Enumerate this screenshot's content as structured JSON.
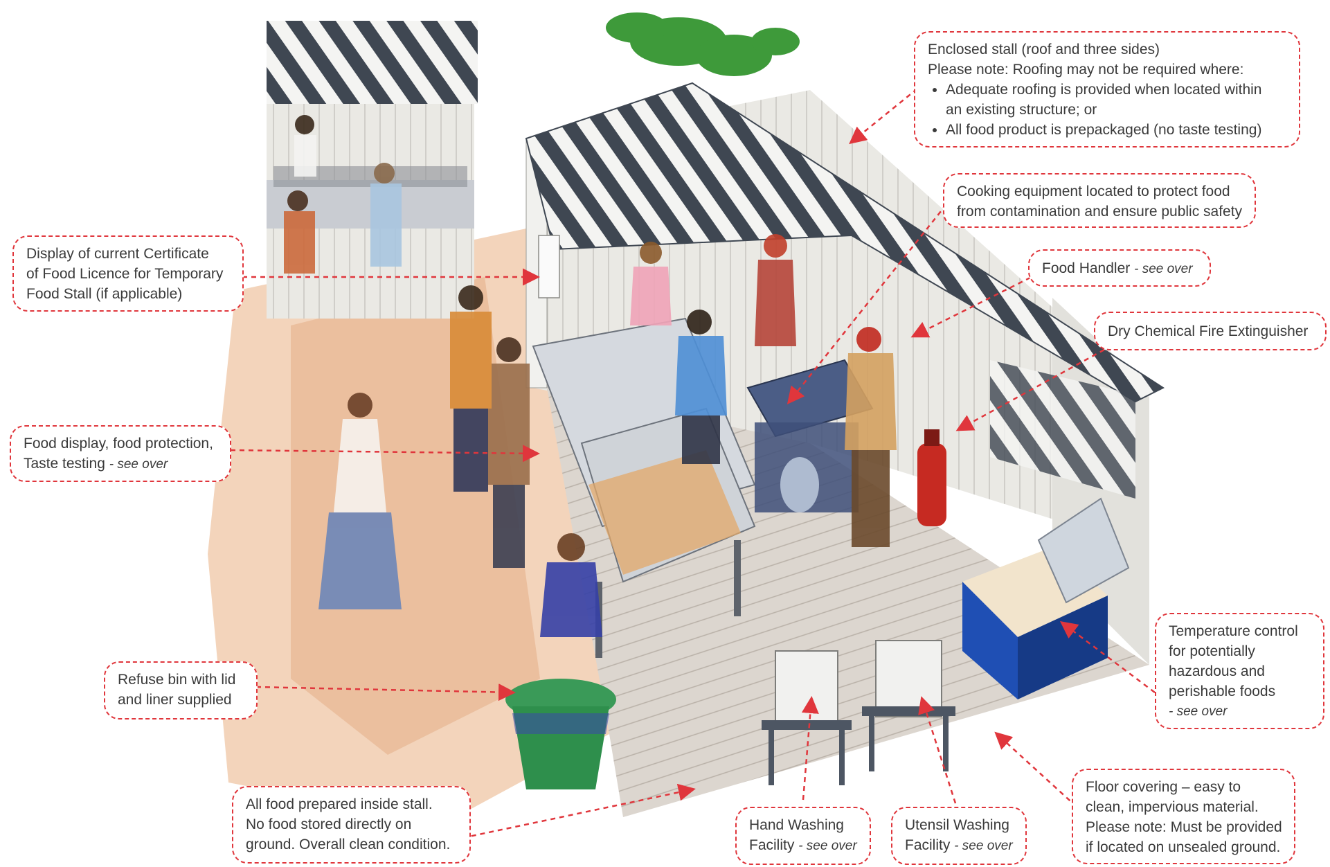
{
  "colors": {
    "callout_border": "#e0363c",
    "arrow": "#e0363c",
    "text": "#3a3a3a",
    "ground": "#e9b895",
    "floor": "#dcd6cf",
    "wall": "#e8e7e2",
    "awning_stripe": "#3f4752",
    "esky_blue": "#1f4fb4",
    "bin_green": "#2e8f4c",
    "extinguisher_red": "#c62a22"
  },
  "callouts": {
    "enclosed_stall": {
      "line1": "Enclosed stall (roof and three sides)",
      "line2": "Please note: Roofing may not be required where:",
      "bullet1a": "Adequate roofing is provided when located within",
      "bullet1b": "an existing structure; or",
      "bullet2": "All food product is prepackaged (no taste testing)"
    },
    "cooking_equipment": {
      "line1": "Cooking equipment located to protect food",
      "line2": "from contamination and ensure public safety"
    },
    "food_handler": {
      "text": "Food Handler",
      "note": "- see over"
    },
    "fire_extinguisher": {
      "text": "Dry Chemical Fire Extinguisher"
    },
    "certificate": {
      "line1": "Display of current Certificate",
      "line2": "of Food Licence for Temporary",
      "line3": "Food Stall (if applicable)"
    },
    "food_display": {
      "line1": "Food display, food protection,",
      "line2": "Taste testing",
      "note": "- see over"
    },
    "temperature_control": {
      "line1": "Temperature control",
      "line2": "for potentially",
      "line3": "hazardous and",
      "line4": "perishable foods",
      "note": "- see over"
    },
    "refuse_bin": {
      "line1": "Refuse bin with lid",
      "line2": "and liner supplied"
    },
    "food_prepared": {
      "line1": "All food prepared inside stall.",
      "line2": "No food stored directly on",
      "line3": "ground. Overall clean condition."
    },
    "hand_washing": {
      "line1": "Hand Washing",
      "line2": "Facility",
      "note": "- see over"
    },
    "utensil_washing": {
      "line1": "Utensil Washing",
      "line2": "Facility",
      "note": "- see over"
    },
    "floor_covering": {
      "line1": "Floor covering – easy to",
      "line2": "clean, impervious material.",
      "line3": "Please note: Must be provided",
      "line4": "if located on unsealed ground."
    }
  }
}
